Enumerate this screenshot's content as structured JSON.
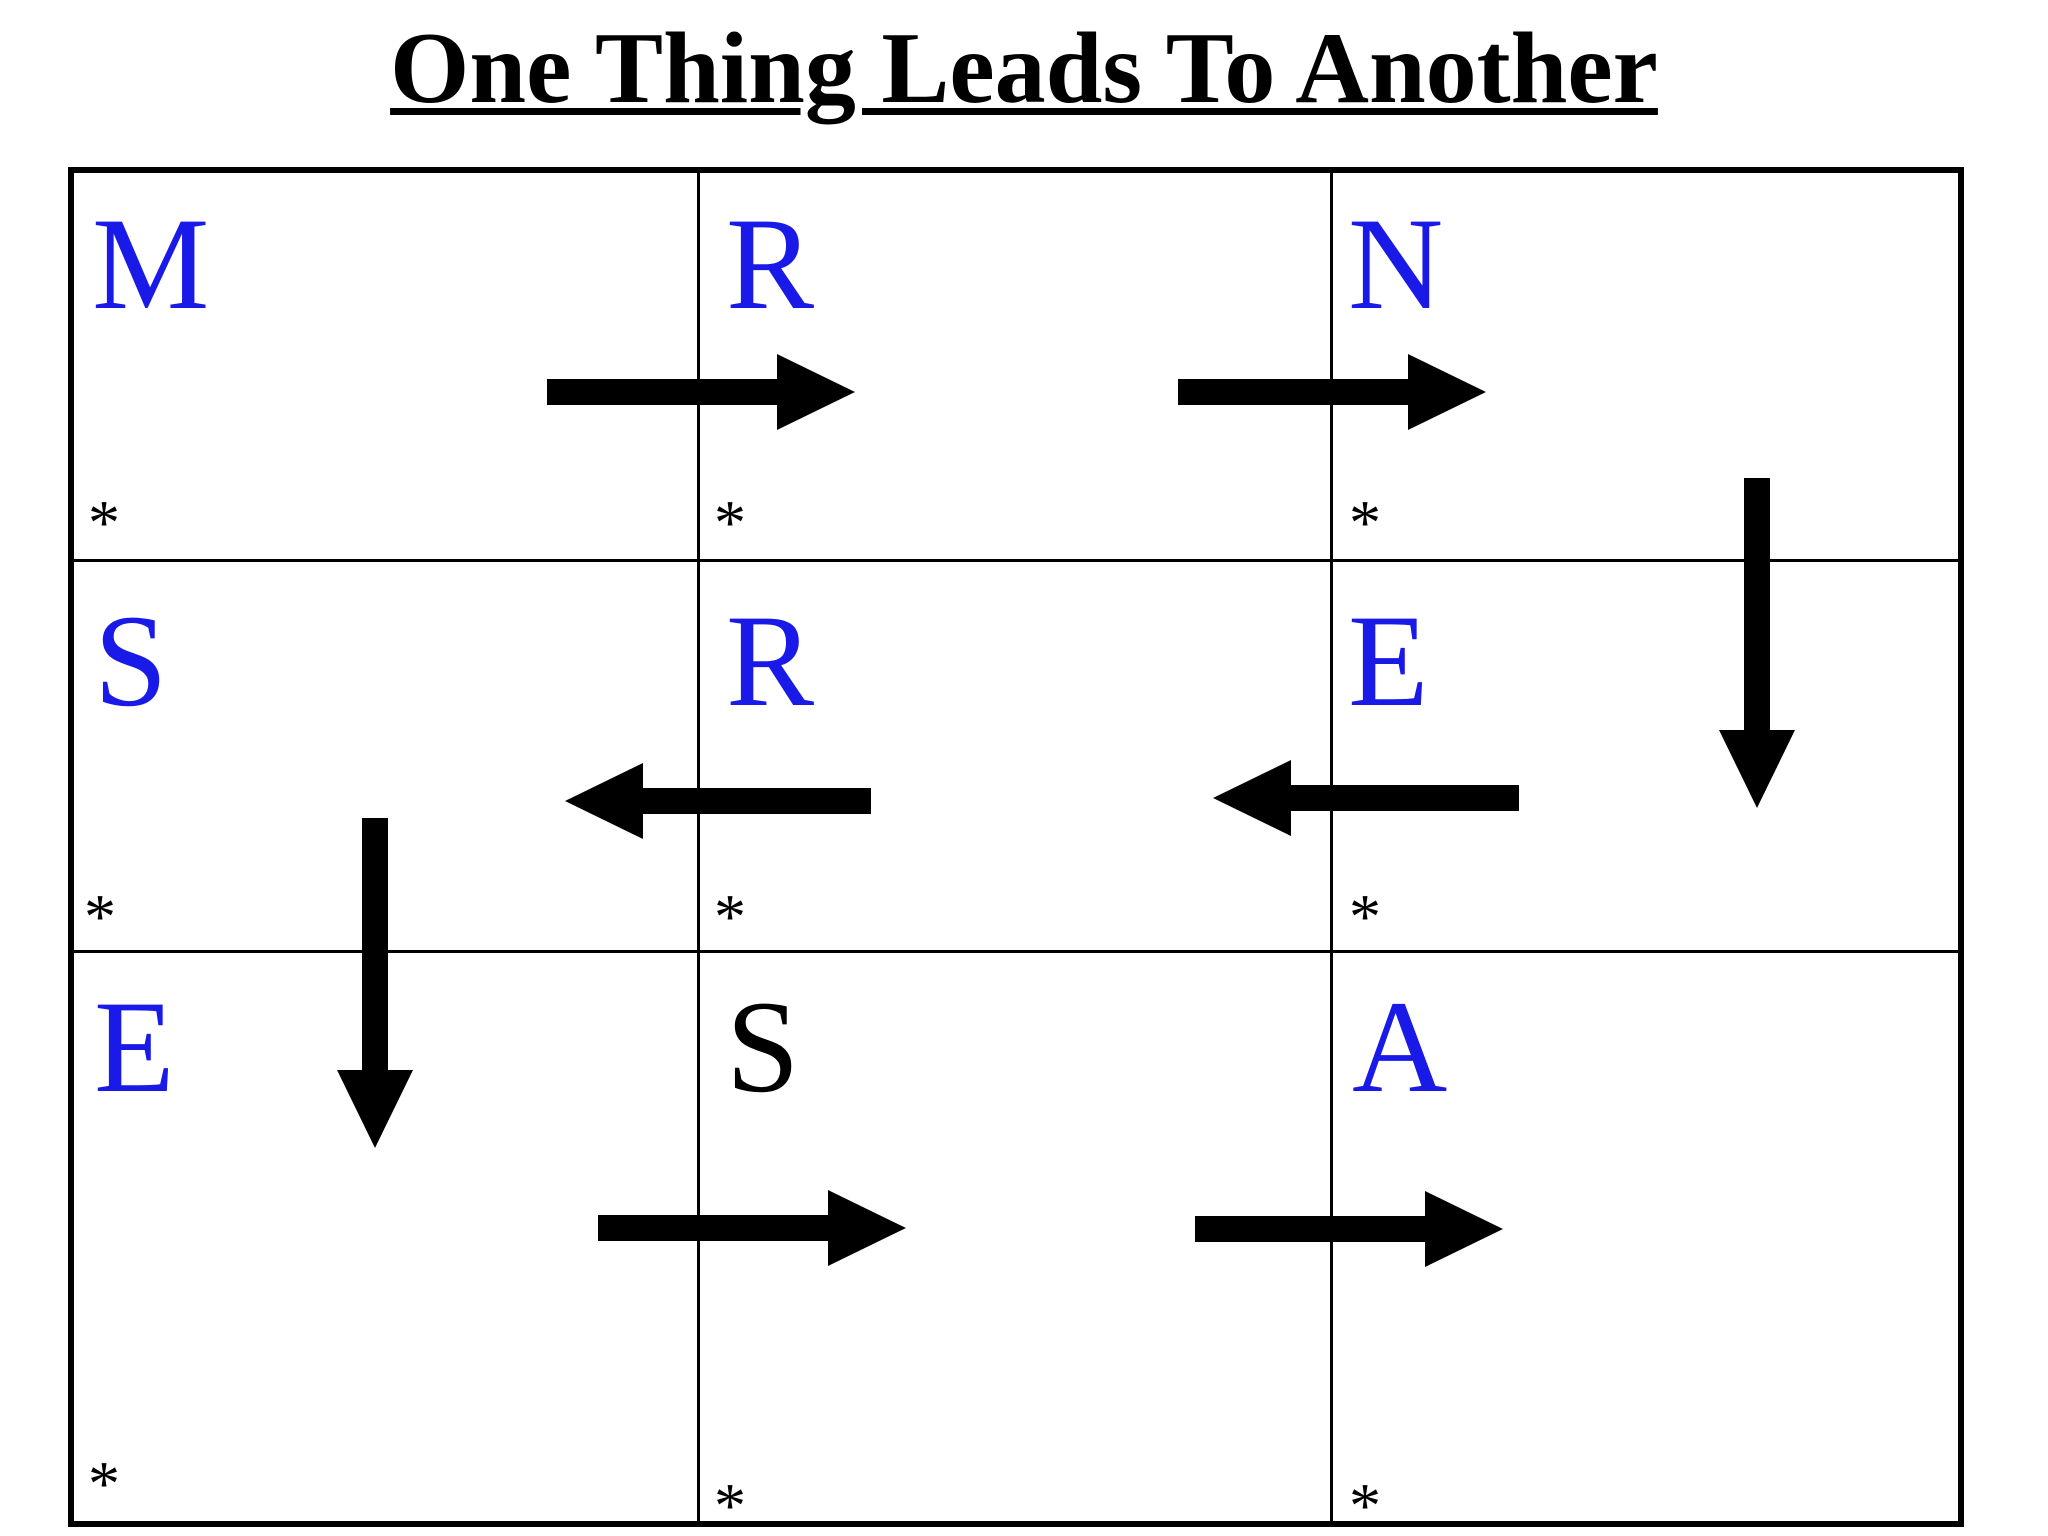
{
  "title": "One Thing Leads To Another",
  "palette": {
    "letter_blue": "#1a1ae8",
    "letter_black": "#000000",
    "arrow_black": "#000000",
    "grid_line": "#000000",
    "background": "#ffffff"
  },
  "grid": {
    "rows": 3,
    "cols": 3,
    "cells": {
      "r1c1": {
        "letter": "M",
        "color": "blue",
        "footnote": "*"
      },
      "r1c2": {
        "letter": "R",
        "color": "blue",
        "footnote": "*"
      },
      "r1c3": {
        "letter": "N",
        "color": "blue",
        "footnote": "*"
      },
      "r2c1": {
        "letter": "S",
        "color": "blue",
        "footnote": "*"
      },
      "r2c2": {
        "letter": "R",
        "color": "blue",
        "footnote": "*"
      },
      "r2c3": {
        "letter": "E",
        "color": "blue",
        "footnote": "*"
      },
      "r3c1": {
        "letter": "E",
        "color": "blue",
        "footnote": "*"
      },
      "r3c2": {
        "letter": "S",
        "color": "black",
        "footnote": "*"
      },
      "r3c3": {
        "letter": "A",
        "color": "blue",
        "footnote": "*"
      }
    }
  },
  "arrows": [
    {
      "direction": "right",
      "from": "r1c1",
      "to": "r1c2"
    },
    {
      "direction": "right",
      "from": "r1c2",
      "to": "r1c3"
    },
    {
      "direction": "down",
      "from": "r1c3",
      "to": "r2c3"
    },
    {
      "direction": "left",
      "from": "r2c2",
      "to": "r2c1"
    },
    {
      "direction": "left",
      "from": "r2c3",
      "to": "r2c2"
    },
    {
      "direction": "down",
      "from": "r2c1",
      "to": "r3c1"
    },
    {
      "direction": "right",
      "from": "r3c1",
      "to": "r3c2"
    },
    {
      "direction": "right",
      "from": "r3c2",
      "to": "r3c3"
    }
  ]
}
